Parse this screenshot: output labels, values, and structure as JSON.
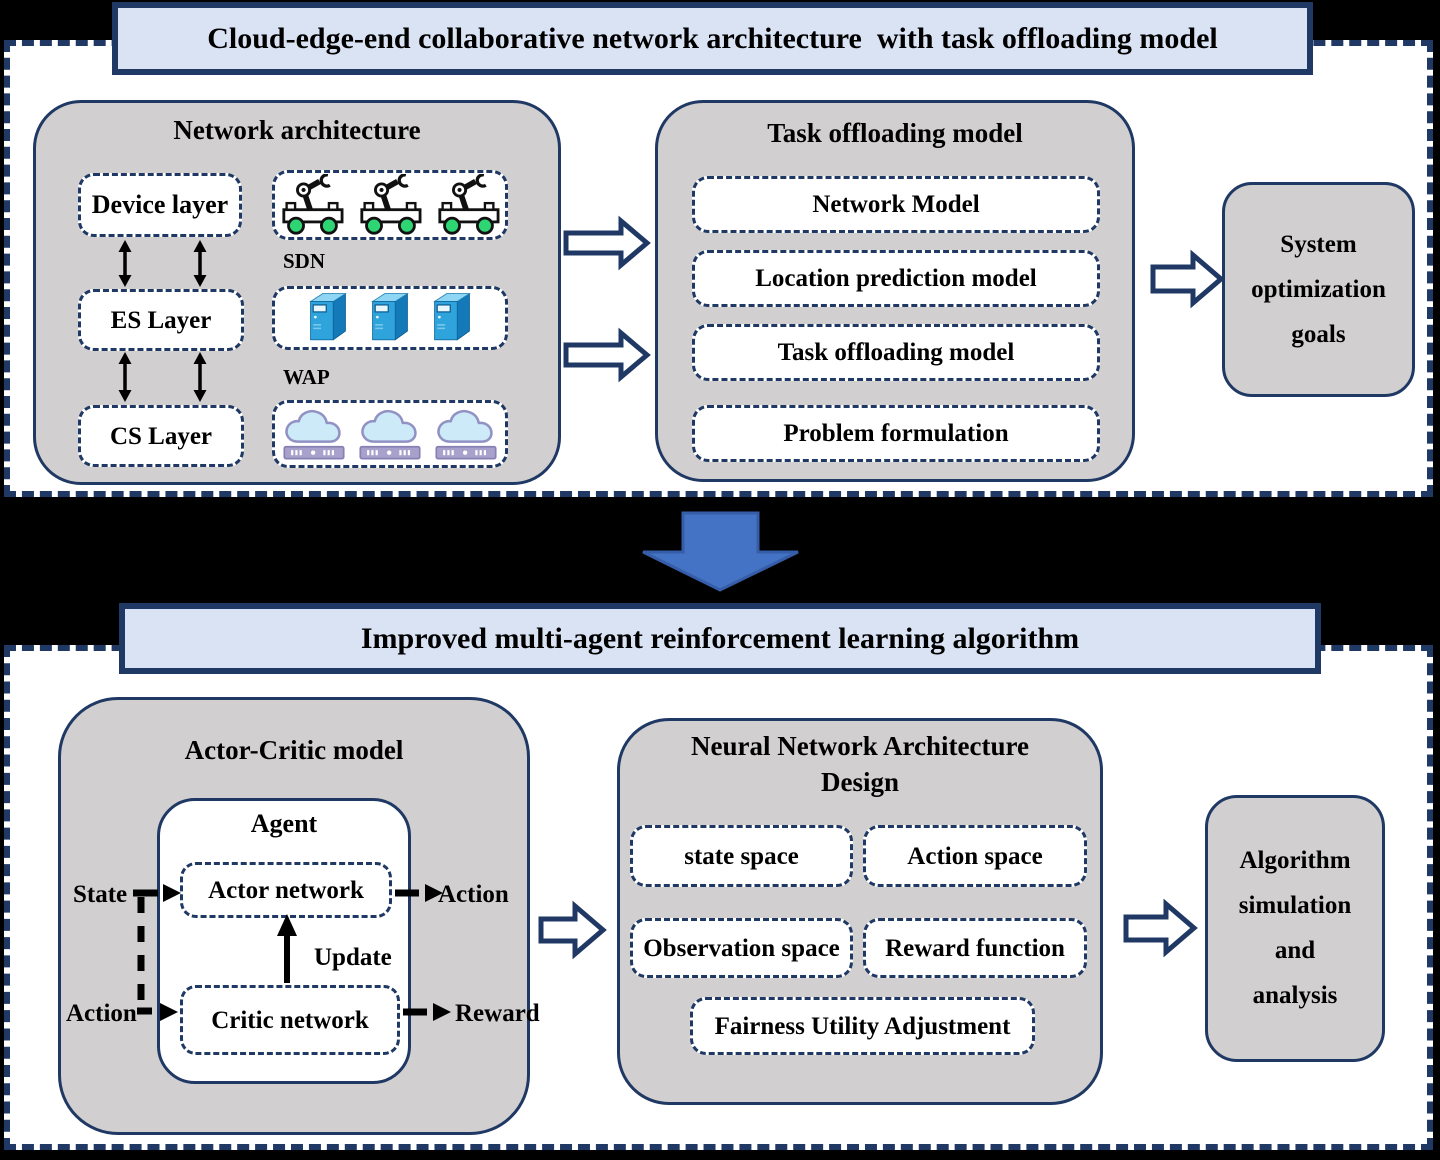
{
  "palette": {
    "page_bg": "#000000",
    "panel_border": "#1f3864",
    "group_fill": "#d1cfcf",
    "banner_fill": "#dae3f3",
    "blue_arrow": "#4472c4",
    "wheel_green": "#2ed573",
    "server_blue": "#2fa3dc",
    "cloud_blue": "#cdeaf8",
    "rack_purple": "#a7a1cb"
  },
  "top_section": {
    "title": "Cloud-edge-end collaborative network architecture  with task offloading model",
    "network_architecture": {
      "title": "Network architecture",
      "layers": [
        "Device layer",
        "ES Layer",
        "CS Layer"
      ],
      "icon_labels": [
        "SDN",
        "WAP"
      ],
      "icons": [
        "robot-cart-icon",
        "server-tower-icon",
        "cloud-server-icon"
      ]
    },
    "task_offloading": {
      "title": "Task offloading model",
      "items": [
        "Network Model",
        "Location prediction model",
        "Task offloading model",
        "Problem formulation"
      ]
    },
    "system_goals": {
      "lines": [
        "System",
        "optimization",
        "goals"
      ]
    }
  },
  "bottom_section": {
    "title": "Improved multi-agent reinforcement learning algorithm",
    "actor_critic": {
      "title": "Actor-Critic model",
      "agent_label": "Agent",
      "actor_label": "Actor network",
      "critic_label": "Critic network",
      "state_label": "State",
      "action_in_label": "Action",
      "update_label": "Update",
      "action_out_label": "Action",
      "reward_label": "Reward"
    },
    "nn_design": {
      "title_line1": "Neural Network Architecture",
      "title_line2": "Design",
      "items": [
        "state space",
        "Action space",
        "Observation space",
        "Reward function",
        "Fairness Utility Adjustment"
      ]
    },
    "algorithm_sim": {
      "lines": [
        "Algorithm",
        "simulation",
        "and",
        "analysis"
      ]
    }
  }
}
